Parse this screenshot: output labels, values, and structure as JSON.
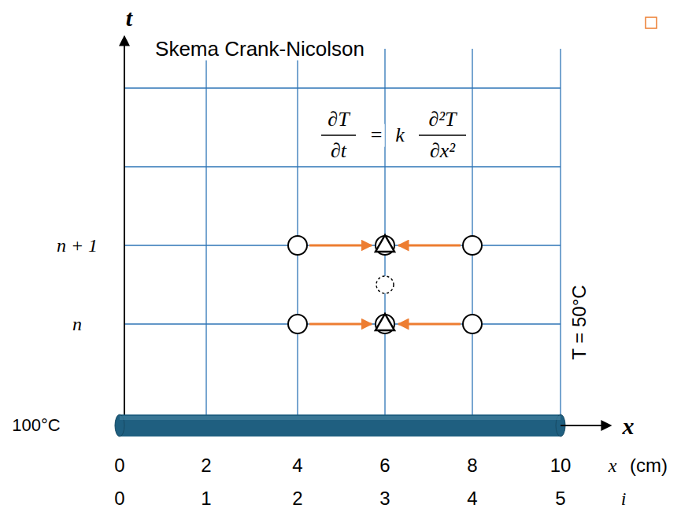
{
  "diagram": {
    "title": "Skema Crank-Nicolson",
    "labels": [
      "t",
      "∂T",
      "∂t",
      "=",
      "k",
      "∂²T",
      "∂x²",
      "n + 1",
      "n",
      "T = 50°C",
      "100°C",
      "x",
      "0",
      "2",
      "4",
      "6",
      "8",
      "10",
      "x",
      "(cm)",
      "0",
      "1",
      "2",
      "3",
      "4",
      "5",
      "i"
    ]
  }
}
